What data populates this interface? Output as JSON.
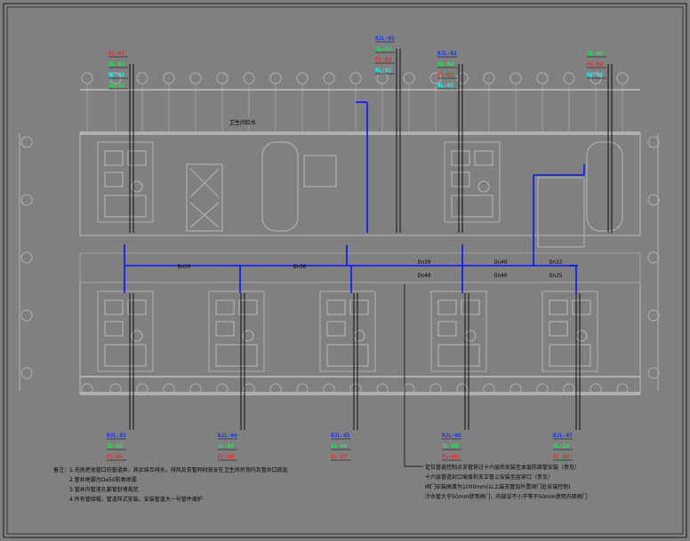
{
  "drawing": {
    "colors": {
      "background": "#808080",
      "wall": "#a9a9a9",
      "pipe": "#0018ff",
      "dark": "#000000",
      "red": "#ff2020",
      "green": "#00ff40",
      "cyan": "#00ffff",
      "white": "#ffffff"
    },
    "risers_top": [
      {
        "tags": [
          "FL-01",
          "JL-01",
          "RL-01",
          "JL-02"
        ]
      },
      {
        "tags": [
          "RJL-01",
          "JL-03",
          "FL-02",
          "RL-02"
        ]
      },
      {
        "tags": [
          "RJL-02",
          "JL-04",
          "FL-03",
          "RL-03"
        ]
      },
      {
        "tags": [
          "JL-05",
          "FL-04",
          "RL-04"
        ]
      }
    ],
    "risers_bottom": [
      {
        "tags": [
          "RJL-03",
          "JL-06",
          "FL-05"
        ]
      },
      {
        "tags": [
          "RJL-04",
          "JL-07",
          "FL-06"
        ]
      },
      {
        "tags": [
          "RJL-05",
          "JL-08",
          "FL-07"
        ]
      },
      {
        "tags": [
          "RJL-06",
          "JL-09",
          "FL-08"
        ]
      },
      {
        "tags": [
          "RJL-07",
          "JL-10",
          "FL-09"
        ]
      }
    ],
    "pipe_sizes": [
      "Dn50",
      "Dn50",
      "Dn50",
      "Dn40",
      "Dn40",
      "Dn40",
      "Dn32",
      "Dn25"
    ],
    "room_label": "卫生间给水",
    "notes_left": [
      "备注：1.无拖把池管口的管道井，其余结合排水，排风及支管同时现安在卫生间吊顶内及管井口底处",
      "2.管井地漏为De50防臭地漏",
      "3.管井内管道孔套管封堵规范",
      "4.所有管接帽，管道样式安装，安装管道大一号管件保护"
    ],
    "notes_right": [
      "定位管道控制点支管穿过十六层后安装至本层防腐管安装（参见）",
      "十六层管道封口坡度和支立管上安装至层穿口（参见）",
      "阀门安装高度为1000mm(以上装支管加外置阀门处安装控制)",
      "冷水管大于50mm使用阀门，内部设不小于等于50mm使用内部阀门"
    ]
  }
}
